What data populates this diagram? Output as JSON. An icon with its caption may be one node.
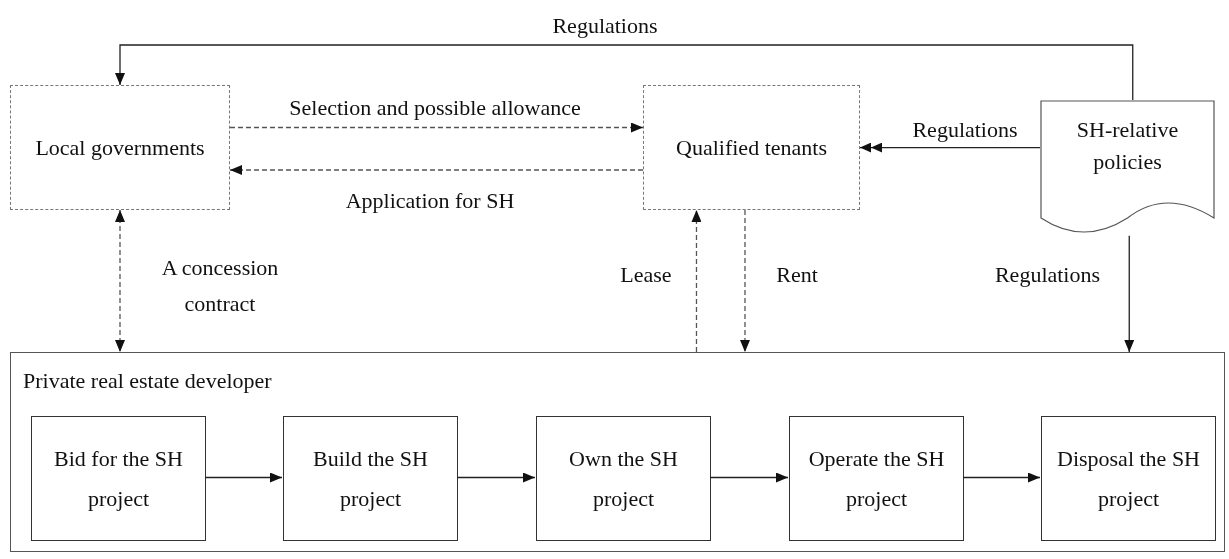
{
  "diagram": {
    "nodes": [
      {
        "text": [
          "Local governments"
        ]
      },
      {
        "text": [
          "Qualified tenants"
        ]
      },
      {
        "text": [
          "SH-relative policies"
        ]
      },
      {
        "text": [
          "Private real estate developer"
        ]
      },
      {
        "text": [
          "Bid for the SH project"
        ],
        "in": 3
      },
      {
        "text": [
          "Build the  SH project"
        ],
        "in": 3
      },
      {
        "text": [
          "Own the  SH project"
        ],
        "in": 3
      },
      {
        "text": [
          "Operate the SH project"
        ],
        "in": 3
      },
      {
        "text": [
          "Disposal the SH project"
        ],
        "in": 3
      }
    ],
    "edges": [
      {
        "from": 2,
        "to": 0,
        "arrow": "to",
        "label": "Regulations"
      },
      {
        "from": 0,
        "to": 1,
        "arrow": "to",
        "label": "Selection and possible allowance",
        "style": "dashed"
      },
      {
        "from": 1,
        "to": 0,
        "arrow": "to",
        "label": "Application for SH",
        "style": "dashed"
      },
      {
        "from": 2,
        "to": 1,
        "arrow": "to",
        "label": "Regulations"
      },
      {
        "from": 2,
        "to": 3,
        "arrow": "to",
        "label": "Regulations"
      },
      {
        "from": 0,
        "to": 3,
        "arrow": "both",
        "label": "A concession contract",
        "style": "dashed"
      },
      {
        "from": 3,
        "to": 1,
        "arrow": "to",
        "label": "Lease",
        "style": "dashed"
      },
      {
        "from": 1,
        "to": 3,
        "arrow": "to",
        "label": "Rent",
        "style": "dashed"
      },
      {
        "from": 4,
        "to": 5,
        "arrow": "to"
      },
      {
        "from": 5,
        "to": 6,
        "arrow": "to"
      },
      {
        "from": 6,
        "to": 7,
        "arrow": "to"
      },
      {
        "from": 7,
        "to": 8,
        "arrow": "to"
      }
    ]
  }
}
